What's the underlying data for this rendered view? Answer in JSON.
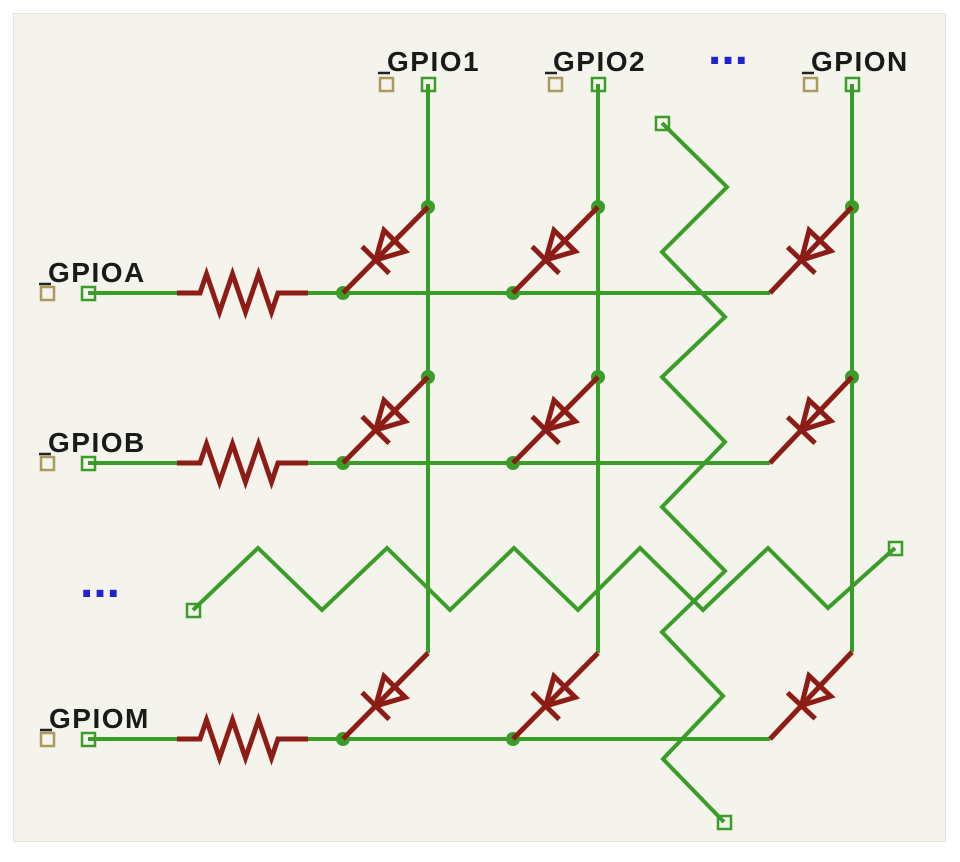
{
  "canvas": {
    "description": "schematic diode matrix drawing",
    "background": "#f4f3ec",
    "page_margin_color": "#ffffff"
  },
  "labels": {
    "gpio1": "GPIO1",
    "gpio2": "GPIO2",
    "gpion": "GPION",
    "gpioa": "GPIOA",
    "gpiob": "GPIOB",
    "gpiom": "GPIOM",
    "columns_more": "...",
    "rows_more": "..."
  },
  "schematic": {
    "column_nets": [
      "GPIO1",
      "GPIO2",
      "GPION"
    ],
    "row_nets": [
      "GPIOA",
      "GPIOB",
      "GPIOM"
    ],
    "resistor_count": 3,
    "diode_count": 9,
    "junction_dot_count": 12
  },
  "colors": {
    "wire_green": "#3a9d28",
    "component_red": "#8c1c15",
    "label_text": "#1a1a1a",
    "unconnected_square_olive": "#ab9a5d",
    "ellipsis_blue": "#2121cd"
  }
}
